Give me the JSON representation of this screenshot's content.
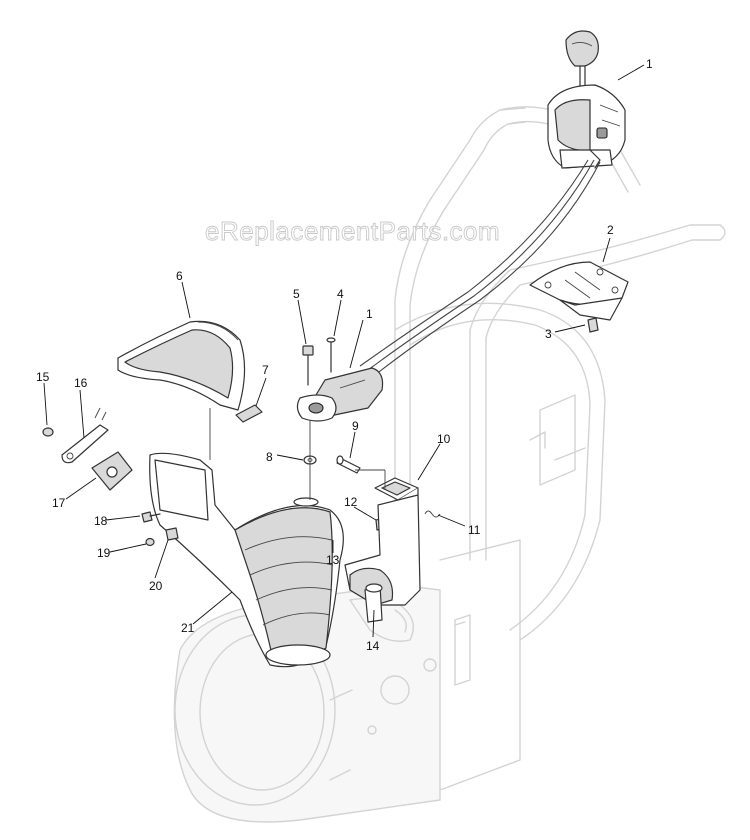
{
  "watermark": "eReplacementParts.com",
  "callouts": [
    {
      "id": "c1a",
      "text": "1"
    },
    {
      "id": "c1b",
      "text": "1"
    },
    {
      "id": "c2",
      "text": "2"
    },
    {
      "id": "c3",
      "text": "3"
    },
    {
      "id": "c4",
      "text": "4"
    },
    {
      "id": "c5",
      "text": "5"
    },
    {
      "id": "c6",
      "text": "6"
    },
    {
      "id": "c7",
      "text": "7"
    },
    {
      "id": "c8",
      "text": "8"
    },
    {
      "id": "c9",
      "text": "9"
    },
    {
      "id": "c10",
      "text": "10"
    },
    {
      "id": "c11",
      "text": "11"
    },
    {
      "id": "c12",
      "text": "12"
    },
    {
      "id": "c13",
      "text": "13"
    },
    {
      "id": "c14",
      "text": "14"
    },
    {
      "id": "c15",
      "text": "15"
    },
    {
      "id": "c16",
      "text": "16"
    },
    {
      "id": "c17",
      "text": "17"
    },
    {
      "id": "c18",
      "text": "18"
    },
    {
      "id": "c19",
      "text": "19"
    },
    {
      "id": "c20",
      "text": "20"
    },
    {
      "id": "c21",
      "text": "21"
    }
  ]
}
